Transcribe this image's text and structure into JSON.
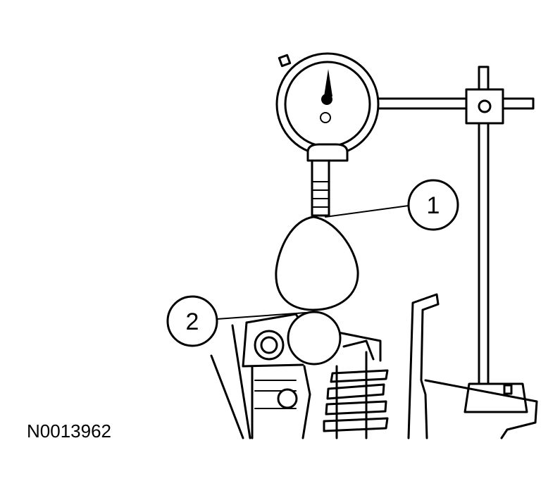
{
  "figure_id": "N0013962",
  "callouts": [
    {
      "number": "1",
      "target": "dial-indicator-plunger-tip"
    },
    {
      "number": "2",
      "target": "roller-follower"
    }
  ]
}
